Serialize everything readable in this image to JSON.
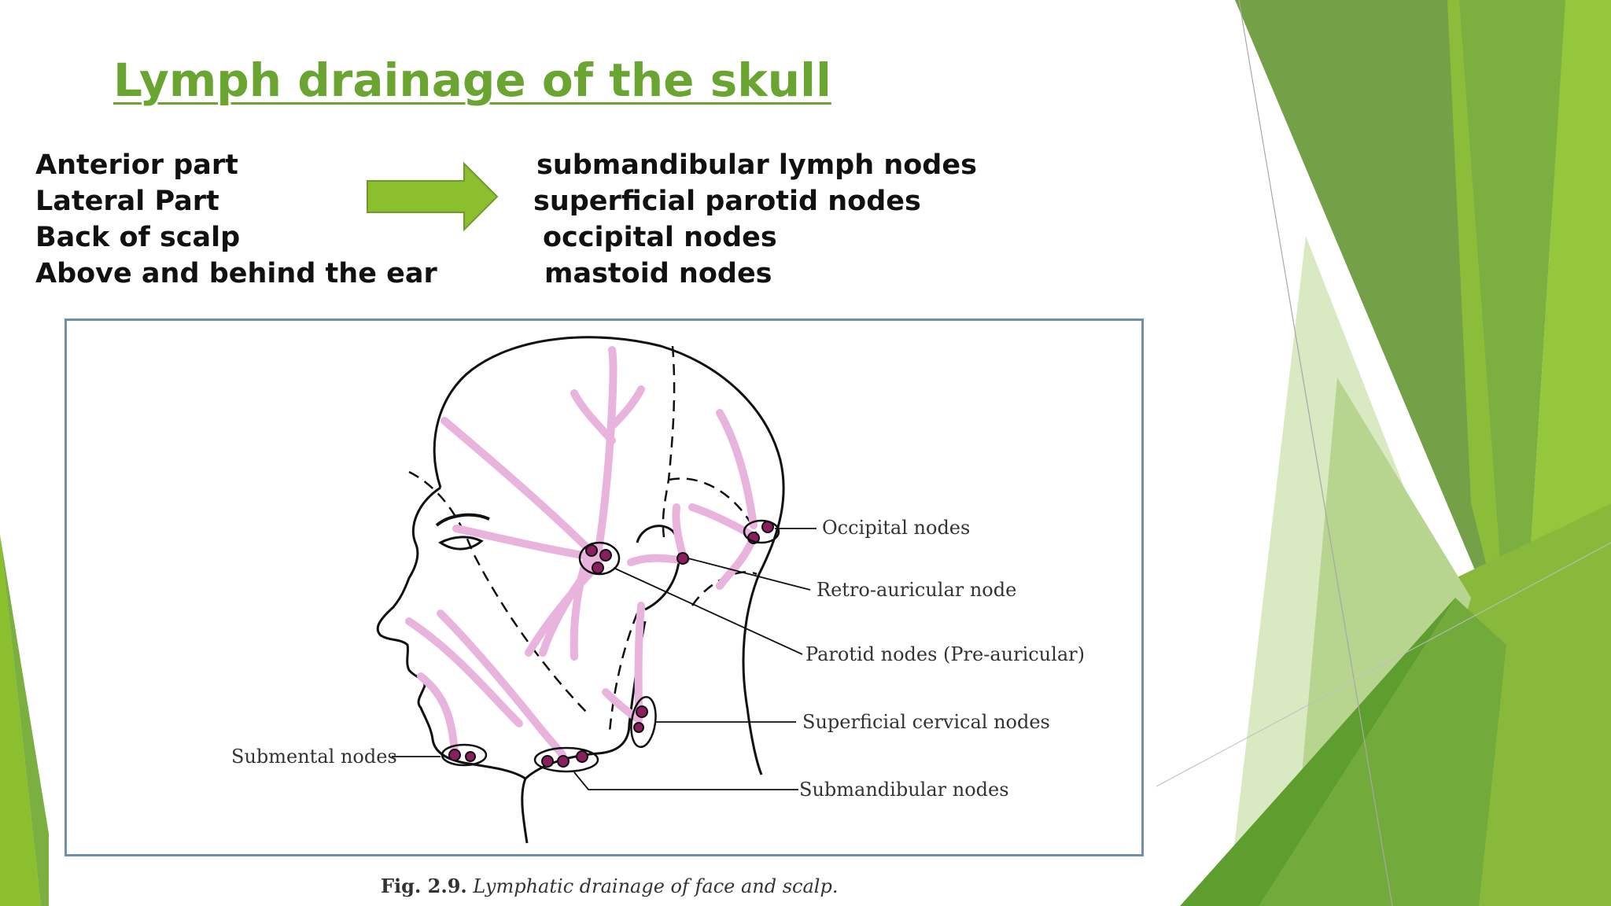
{
  "slide": {
    "title": "Lymph drainage of the skull",
    "rows": [
      {
        "region": "Anterior part",
        "nodes": "submandibular lymph nodes"
      },
      {
        "region": "Lateral Part",
        "nodes": "superficial parotid nodes"
      },
      {
        "region": "Back of scalp",
        "nodes": "occipital nodes"
      },
      {
        "region": "Above and behind the ear",
        "nodes": "mastoid nodes"
      }
    ],
    "arrow_icon": "right-arrow-icon"
  },
  "figure": {
    "labels": {
      "occipital": "Occipital nodes",
      "retro_auricular": "Retro-auricular node",
      "parotid": "Parotid nodes (Pre-auricular)",
      "superficial_cervical": "Superficial cervical nodes",
      "submandibular": "Submandibular nodes",
      "submental": "Submental nodes"
    },
    "caption_number": "Fig. 2.9.",
    "caption_text": "Lymphatic drainage of face and scalp."
  },
  "colors": {
    "title_green": "#6aa531",
    "arrow_green": "#8bbf2e",
    "vessel_pink": "#e8b3dc",
    "node_purple": "#8a1e5e",
    "frame_blue": "#6f8fae"
  }
}
